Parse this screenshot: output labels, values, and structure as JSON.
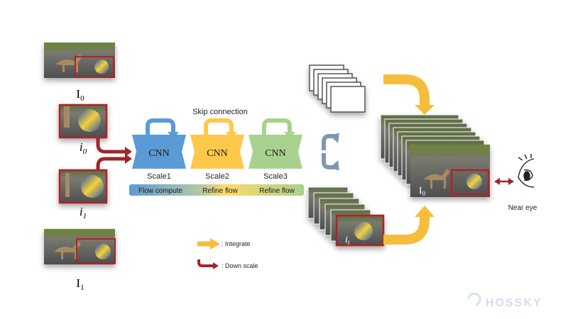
{
  "labels": {
    "frame_top": "I",
    "frame_top_sub": "0",
    "frame_bottom": "I",
    "frame_bottom_sub": "1",
    "crop_top": "i",
    "crop_top_sub": "0",
    "crop_bottom": "i",
    "crop_bottom_sub": "1",
    "skip_connection": "Skip connection",
    "cnn": "CNN",
    "scale1": "Scale1",
    "scale2": "Scale2",
    "scale3": "Scale3",
    "flow_compute": "Flow compute",
    "refine_flow_1": "Refine flow",
    "refine_flow_2": "Refine flow",
    "crop_stack": "i",
    "crop_stack_sub": "t",
    "output_frame": "I",
    "output_frame_sub": "0",
    "near_eye": "Near eye",
    "legend_integrate": ": Integrate",
    "legend_downscale": ": Down scale",
    "watermark": "HOSSKY"
  },
  "colors": {
    "cnn_blue": "#5b9bd5",
    "cnn_yellow": "#ffc84a",
    "cnn_green": "#a9d18e",
    "downscale_red": "#a0262a",
    "integrate_yellow": "#f6bd3c",
    "split_arrow": "#7f97b5"
  }
}
